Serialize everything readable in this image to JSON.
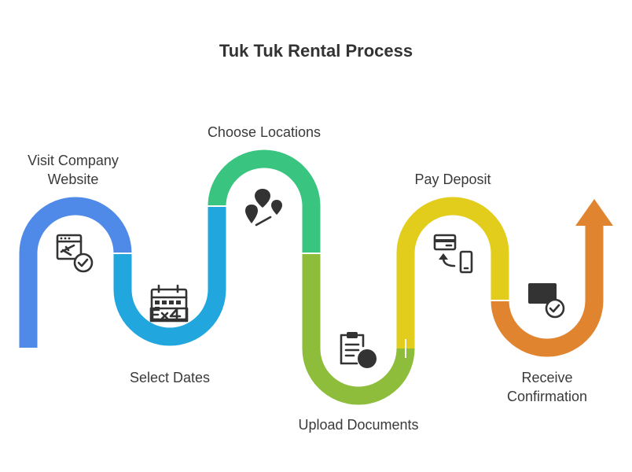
{
  "title": "Tuk Tuk Rental Process",
  "steps": [
    {
      "label": "Visit Company\nWebsite",
      "color": "#4f8ae8",
      "icon": "web-checkout-icon"
    },
    {
      "label": "Select Dates",
      "color": "#21a7de",
      "icon": "calendar-icon"
    },
    {
      "label": "Choose Locations",
      "color": "#39c47f",
      "icon": "map-pins-icon"
    },
    {
      "label": "Upload Documents",
      "color": "#8dbd3a",
      "icon": "clipboard-upload-icon"
    },
    {
      "label": "Pay Deposit",
      "color": "#e2cc1c",
      "icon": "card-phone-icon"
    },
    {
      "label": "Receive\nConfirmation",
      "color": "#e1842f",
      "icon": "mail-check-icon"
    }
  ]
}
